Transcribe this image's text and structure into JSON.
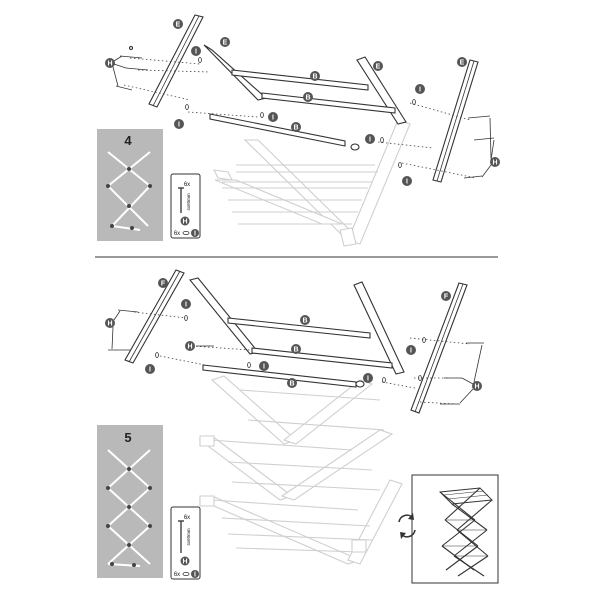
{
  "steps": [
    {
      "number": "4",
      "parts": {
        "side_rail": "E",
        "cross_bar": "B",
        "washer": "I",
        "screw": "H"
      },
      "hardware_box": {
        "screw_count": "6x",
        "screw_spec": "4x60mm",
        "screw_label": "H",
        "washer_count": "6x",
        "washer_label": "I"
      }
    },
    {
      "number": "5",
      "parts": {
        "side_rail": "F",
        "cross_bar": "B",
        "washer": "I",
        "screw": "H"
      },
      "hardware_box": {
        "screw_count": "6x",
        "screw_spec": "4x60mm",
        "screw_label": "H",
        "washer_count": "6x",
        "washer_label": "I"
      }
    }
  ],
  "colors": {
    "outline": "#333333",
    "faded_outline": "#cfcfcf",
    "panel_gray": "#b9b9b9",
    "badge_fill": "#555555",
    "badge_text": "#ffffff"
  },
  "icons": {
    "flip_indicator": "rotate-arrows-icon"
  }
}
